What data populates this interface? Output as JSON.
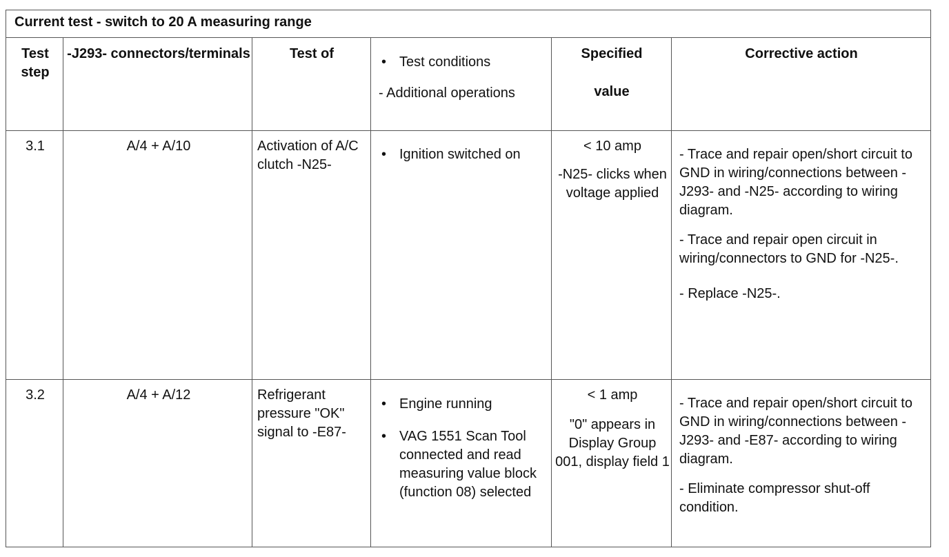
{
  "title": "Current test - switch to 20 A measuring range",
  "headers": {
    "test_step": "Test step",
    "connectors": "-J293- connectors/terminals",
    "test_of": "Test of",
    "conditions_bullet": "Test conditions",
    "conditions_sub": "- Additional operations",
    "specified_line1": "Specified",
    "specified_line2": "value",
    "corrective": "Corrective action"
  },
  "rows": [
    {
      "step": "3.1",
      "terminals": "A/4 + A/10",
      "test_of": "Activation of A/C clutch -N25-",
      "conditions": [
        "Ignition switched on"
      ],
      "spec_value": "< 10 amp",
      "spec_note": "-N25- clicks when voltage applied",
      "actions": [
        "- Trace and repair open/short circuit to GND in wiring/connections between -J293- and -N25- according to wiring diagram.",
        "- Trace and repair open circuit in wiring/connectors to GND for -N25-.",
        "- Replace -N25-."
      ]
    },
    {
      "step": "3.2",
      "terminals": "A/4 + A/12",
      "test_of": "Refrigerant pressure \"OK\" signal to -E87-",
      "conditions": [
        "Engine running",
        "VAG 1551 Scan Tool connected and read measuring value block (function 08) selected"
      ],
      "spec_value": "< 1 amp",
      "spec_note": "\"0\" appears in Display Group 001, display field 1",
      "actions": [
        "- Trace and repair open/short circuit to GND in wiring/connections between -J293- and -E87- according to wiring diagram.",
        "- Eliminate compressor shut-off condition."
      ]
    }
  ],
  "bullet_glyph": "•"
}
